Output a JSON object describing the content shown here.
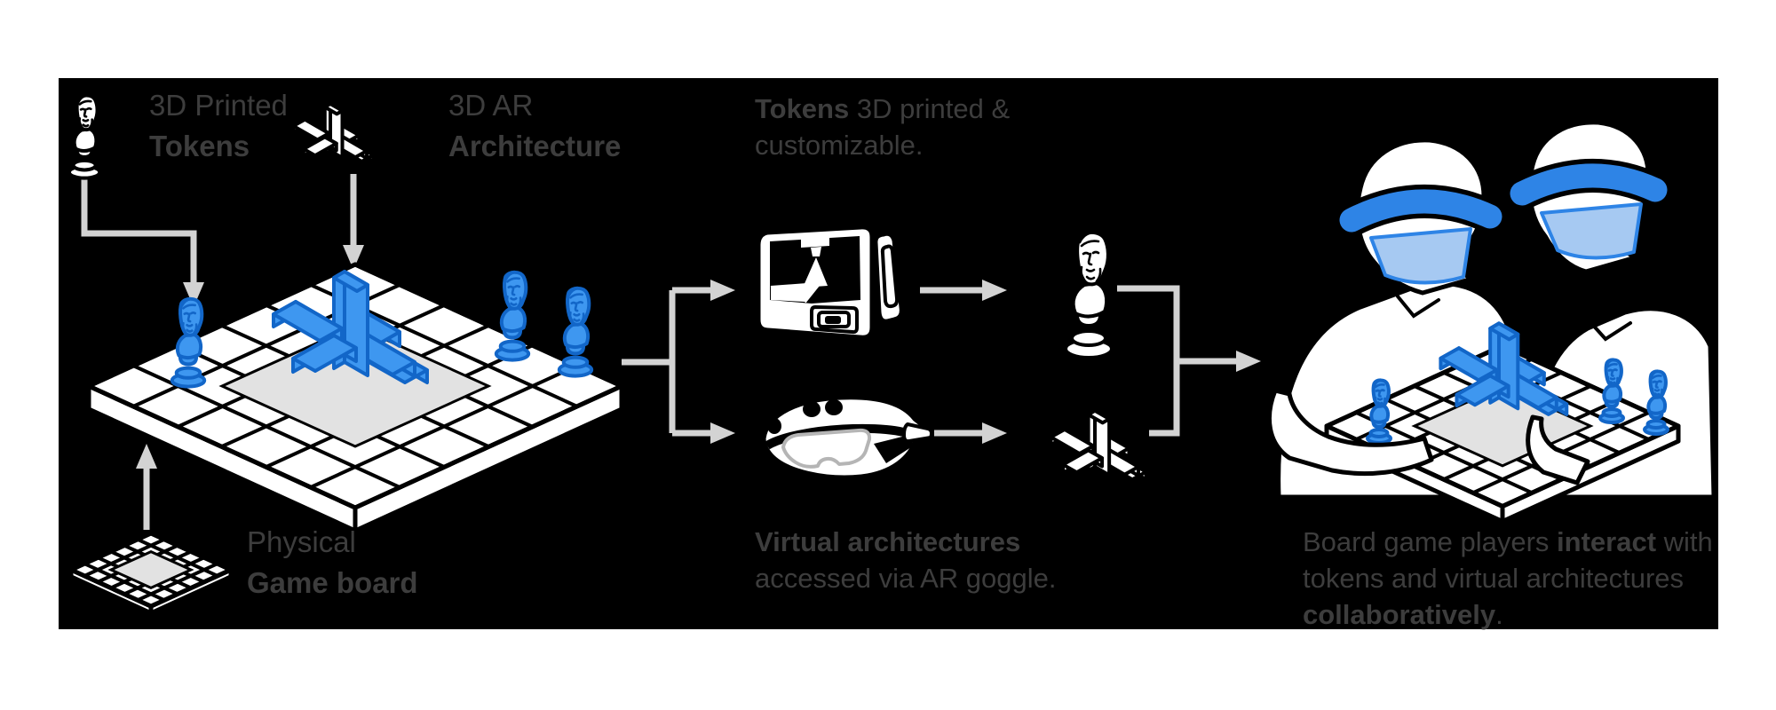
{
  "theme": {
    "panel_bg": "#000000",
    "blue": "#3e97f0",
    "blue_dark": "#1266c8",
    "goggle_blue": "#2e84e6",
    "goggle_lens": "#a6c9f2",
    "arrow_gray": "#d3d3d3",
    "cell_gray": "#e2e2e2",
    "text_gray": "#3d3d3d"
  },
  "labels": {
    "printed_tokens": {
      "line1": "3D Printed",
      "line2": "Tokens"
    },
    "ar_architecture": {
      "line1": "3D AR",
      "line2": "Architecture"
    },
    "game_board": {
      "line1": "Physical",
      "line2": "Game board"
    }
  },
  "captions": {
    "tokens": {
      "bold": "Tokens",
      "rest": " 3D printed &",
      "line2": "customizable."
    },
    "virtual": {
      "bold": "Virtual architectures",
      "line2": "accessed via AR goggle."
    },
    "players": {
      "line1_a": "Board game players ",
      "line1_b": "interact",
      "line1_c": " with",
      "line2": "tokens and virtual architectures",
      "line3_a": "collaboratively",
      "line3_b": "."
    }
  },
  "icons": {
    "printed_tokens": "bust-icon",
    "ar_architecture": "iso-cross-icon",
    "physical_board": "game-board-icon",
    "printer": "3d-printer-icon",
    "ar_goggle": "hololens-icon",
    "players": "players-with-goggles-icon"
  }
}
